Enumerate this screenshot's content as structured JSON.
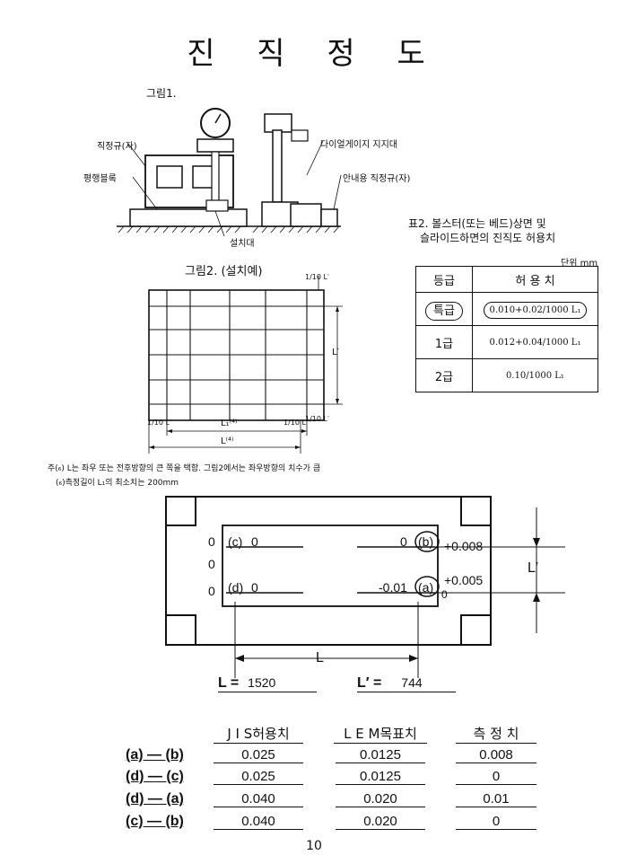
{
  "title": "진 직 정 도",
  "fig1": {
    "caption": "그림1.",
    "labels": {
      "straightedge": "직정규(자)",
      "parallel_block": "평행블록",
      "dial_stand": "다이얼게이지 지지대",
      "guide_straightedge": "안내용 직정규(자)",
      "support": "설치대"
    }
  },
  "fig2": {
    "caption": "그림2. (설치예)",
    "dim_l1": "L₁⁽⁴⁾",
    "dim_l": "L⁽⁴⁾",
    "dim_lprime": "L′",
    "frac_left": "1/10 L",
    "frac_right": "1/10 L",
    "frac_top": "1/10 L′",
    "frac_bot": "1/10 L′"
  },
  "table2": {
    "caption_line1": "표2. 볼스터(또는 베드)상면 및",
    "caption_line2": "슬라이드하면의 진직도 허용치",
    "unit": "단위 mm",
    "headers": [
      "등급",
      "허 용 치"
    ],
    "rows": [
      {
        "grade": "특급",
        "value": "0.010+0.02/1000 L₁"
      },
      {
        "grade": "1급",
        "value": "0.012+0.04/1000 L₁"
      },
      {
        "grade": "2급",
        "value": "0.10/1000 L₁"
      }
    ]
  },
  "notes": {
    "line1": "주(₆) L는 좌우 또는 전후방향의 큰 쪽을 택함.  그림2에서는 좌우방향의 치수가 큼",
    "line2": "(₆)측정길이 L₁의 최소치는 200mm"
  },
  "diagram": {
    "c_label": "(c)",
    "b_label": "(b)",
    "d_label": "(d)",
    "a_label": "(a)",
    "c_val": "0",
    "b_val": "0",
    "d_val": "0",
    "a_val": "-0.01",
    "left_top": "0",
    "left_mid": "0",
    "left_bot": "0",
    "right_top": "+0.008",
    "right_bot": "+0.005",
    "right_zero": "0",
    "dim_l": "L",
    "dim_lprime": "L′",
    "l_value_label": "L =",
    "l_value": "1520",
    "lp_value_label": "L′ =",
    "lp_value": "744"
  },
  "results": {
    "headers": [
      "J I S허용치",
      "L E M목표치",
      "측 정 치"
    ],
    "rows": [
      {
        "label": "(a) — (b)",
        "jis": "0.025",
        "lem": "0.0125",
        "meas": "0.008"
      },
      {
        "label": "(d) — (c)",
        "jis": "0.025",
        "lem": "0.0125",
        "meas": "0"
      },
      {
        "label": "(d) — (a)",
        "jis": "0.040",
        "lem": "0.020",
        "meas": "0.01"
      },
      {
        "label": "(c) — (b)",
        "jis": "0.040",
        "lem": "0.020",
        "meas": "0"
      }
    ]
  },
  "page_number": "10"
}
